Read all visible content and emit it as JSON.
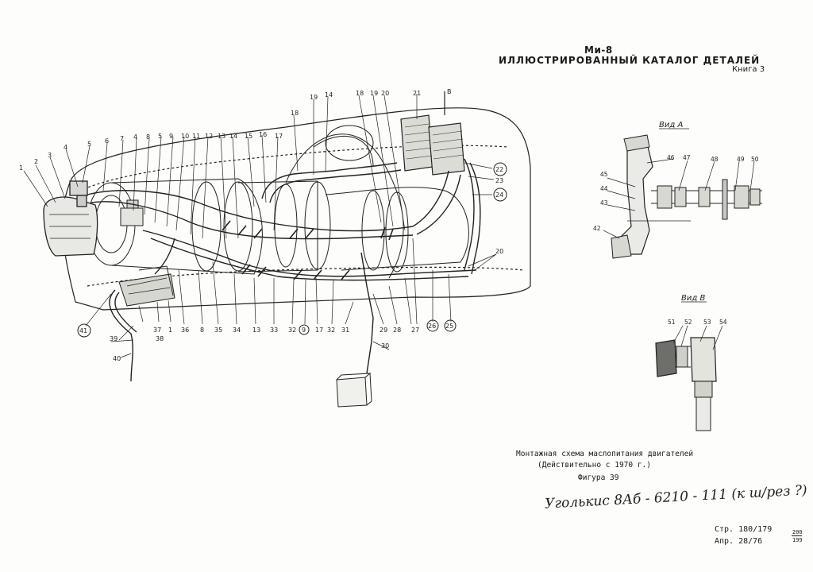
{
  "header": {
    "model": "Ми-8",
    "title": "ИЛЛЮСТРИРОВАННЫЙ  КАТАЛОГ  ДЕТАЛЕЙ",
    "book": "Книга 3"
  },
  "views": {
    "view_a": "Вид А",
    "view_b": "Вид В",
    "arrow_b": "В"
  },
  "caption": {
    "line1": "Монтажная схема маслопитания двигателей",
    "line2": "(Действительно с 1970 г.)",
    "figure": "Фигура 39"
  },
  "handwritten_note": "Уголькис 8Аб - 6210 - 111 (к ш/рез ?)",
  "footer": {
    "page": "Стр. 180/179",
    "date": "Апр. 28/76",
    "frac_top": "200",
    "frac_bottom": "199"
  },
  "callouts_top": [
    "1",
    "2",
    "3",
    "4",
    "5",
    "6",
    "7",
    "4",
    "8",
    "5",
    "9",
    "10",
    "11",
    "12",
    "13",
    "14",
    "15",
    "16",
    "17",
    "18",
    "19",
    "14",
    "18",
    "19",
    "20",
    "21"
  ],
  "callouts_bottom": [
    "41",
    "37",
    "38",
    "39",
    "40",
    "1",
    "36",
    "8",
    "35",
    "34",
    "13",
    "33",
    "32",
    "9",
    "17",
    "32",
    "31",
    "29",
    "30",
    "28",
    "27",
    "26",
    "25"
  ],
  "callouts_right": [
    "22",
    "23",
    "24",
    "20"
  ],
  "callouts_view_a": [
    "45",
    "44",
    "43",
    "42",
    "46",
    "47",
    "48",
    "49",
    "50"
  ],
  "callouts_view_b": [
    "51",
    "52",
    "53",
    "54"
  ]
}
